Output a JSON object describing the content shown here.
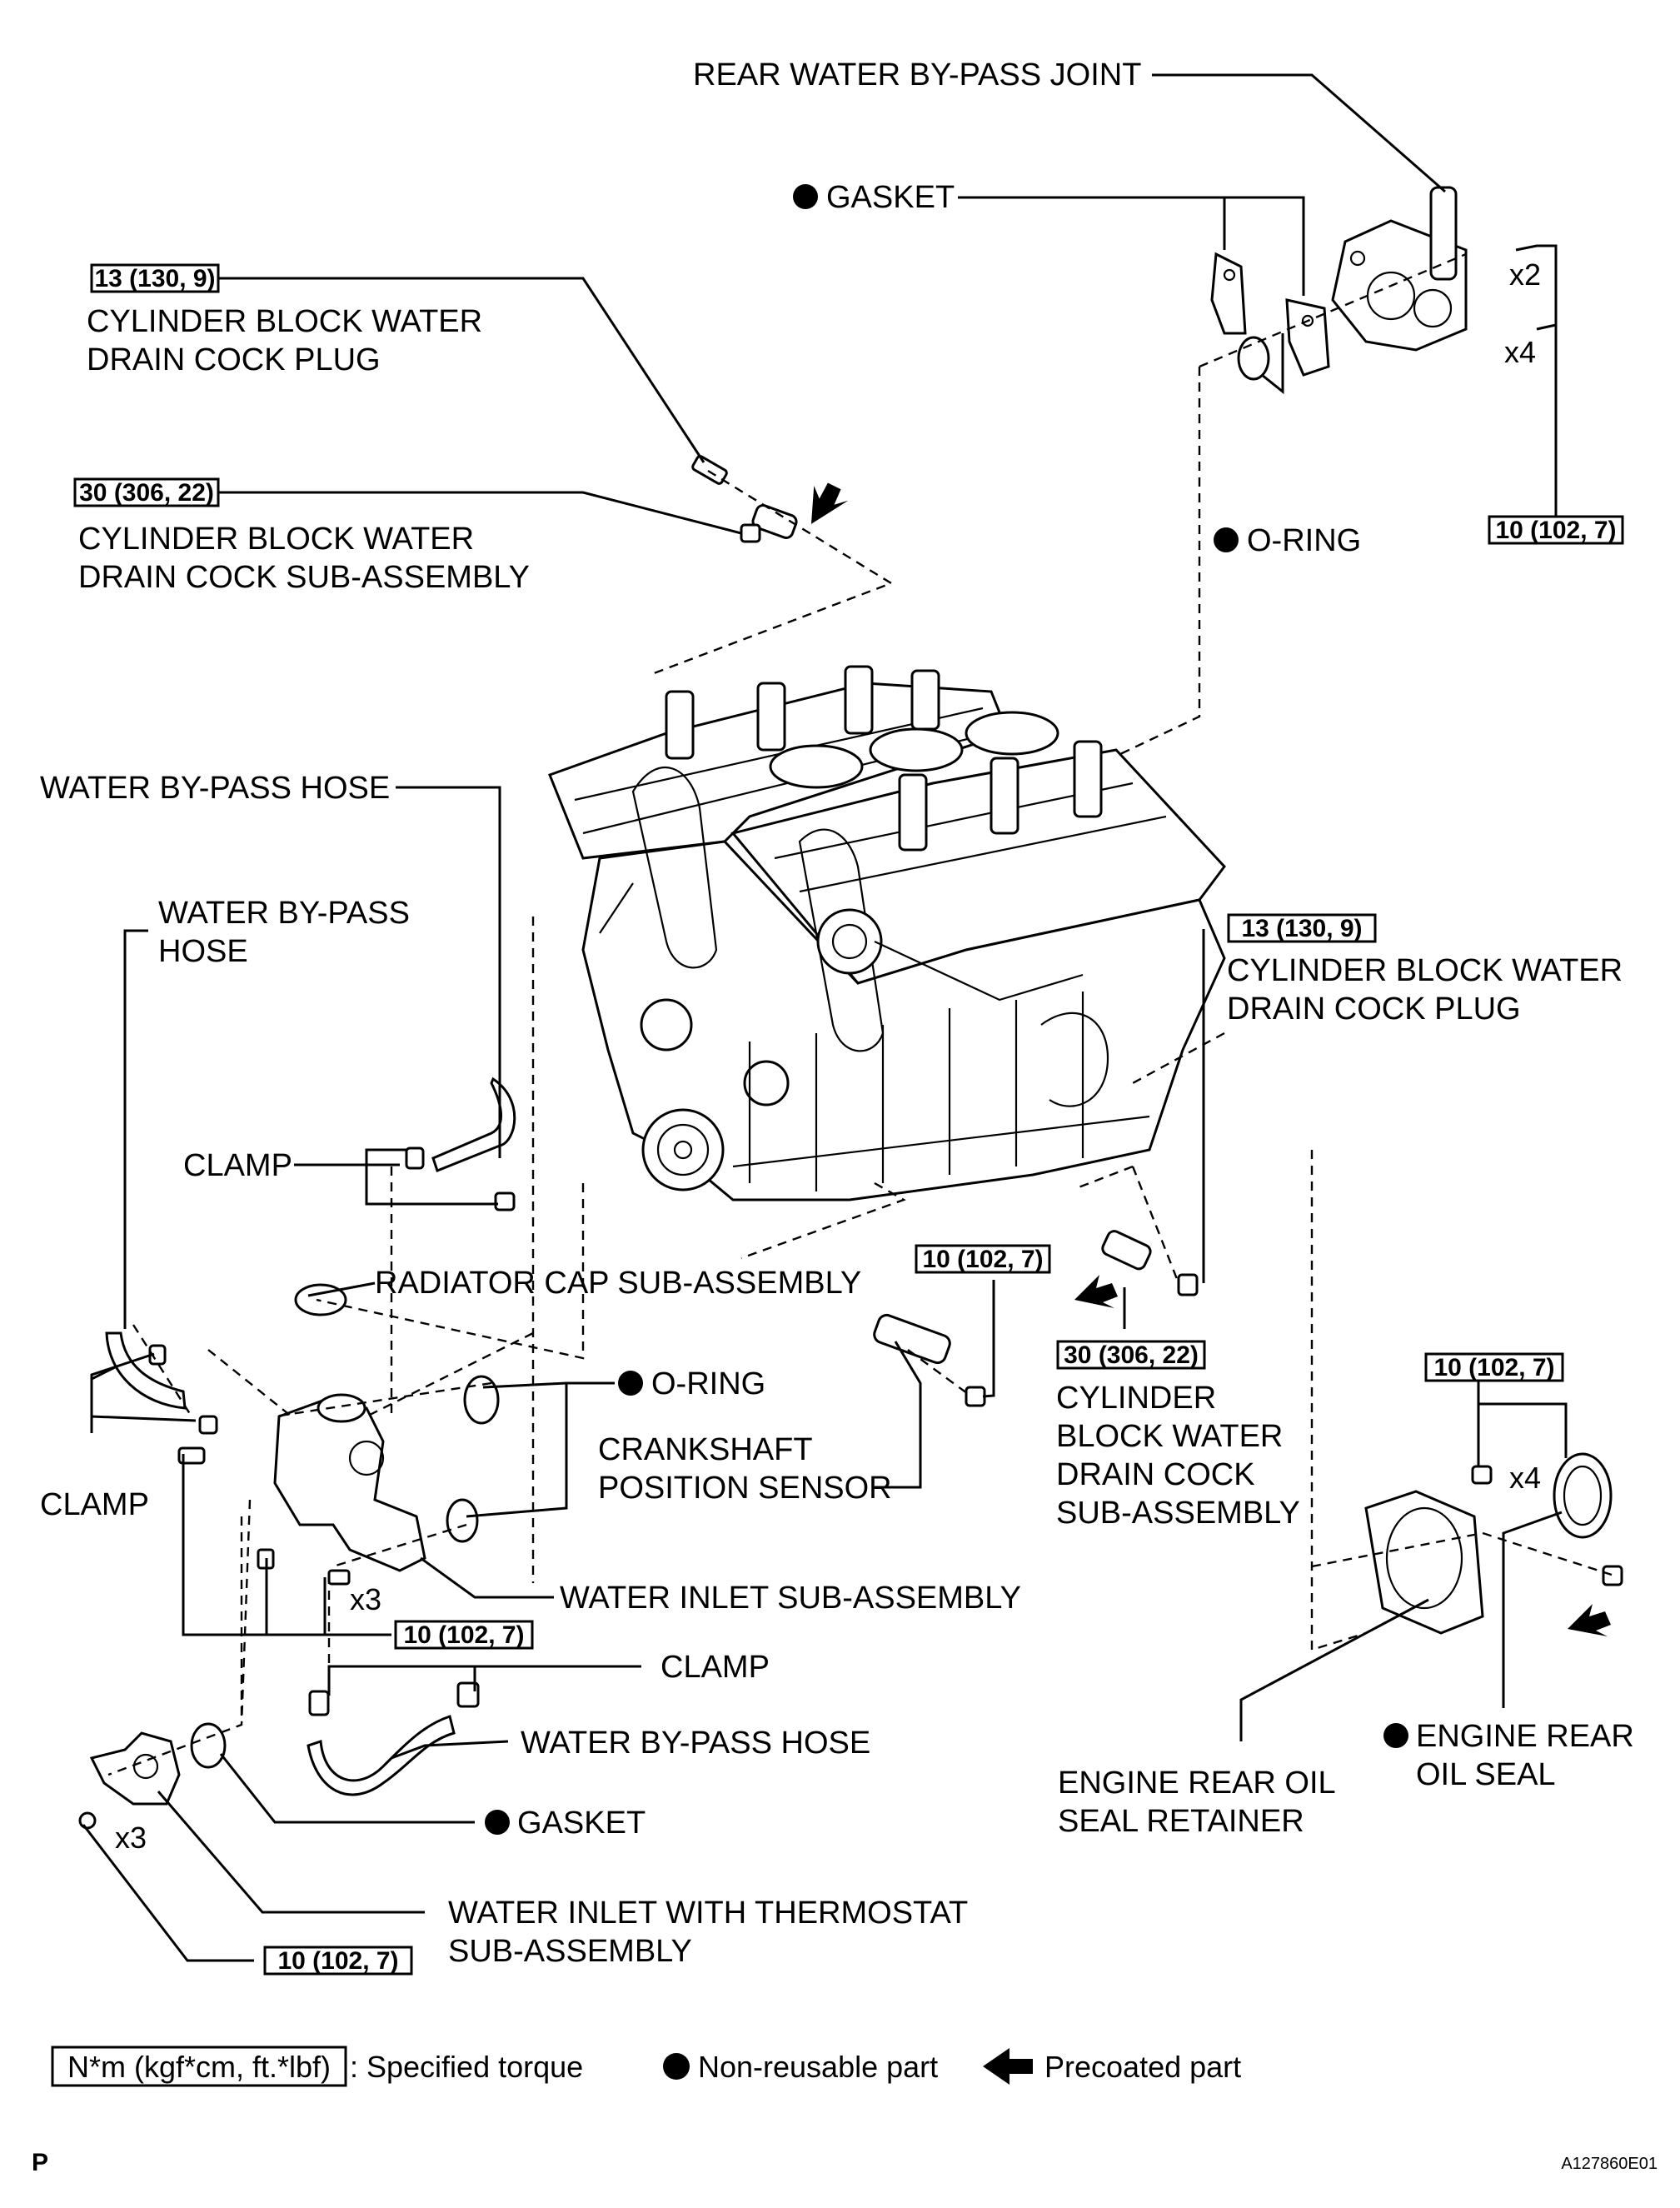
{
  "labels": {
    "rear_water_bypass_joint": "REAR WATER BY-PASS JOINT",
    "gasket_top": "GASKET",
    "drain_plug_left": [
      "CYLINDER BLOCK WATER",
      "DRAIN COCK PLUG"
    ],
    "drain_cock_left": [
      "CYLINDER BLOCK WATER",
      "DRAIN COCK SUB-ASSEMBLY"
    ],
    "o_ring_top": "O-RING",
    "water_bypass_hose_top": "WATER BY-PASS HOSE",
    "water_bypass_hose_left": [
      "WATER BY-PASS",
      "HOSE"
    ],
    "drain_plug_right": [
      "CYLINDER BLOCK WATER",
      "DRAIN COCK PLUG"
    ],
    "clamp_upper": "CLAMP",
    "radiator_cap": "RADIATOR CAP SUB-ASSEMBLY",
    "o_ring_mid": "O-RING",
    "crank_sensor": [
      "CRANKSHAFT",
      "POSITION SENSOR"
    ],
    "drain_cock_right": [
      "CYLINDER",
      "BLOCK WATER",
      "DRAIN COCK",
      "SUB-ASSEMBLY"
    ],
    "clamp_left": "CLAMP",
    "water_inlet": "WATER INLET SUB-ASSEMBLY",
    "clamp_lower": "CLAMP",
    "water_bypass_hose_bottom": "WATER BY-PASS HOSE",
    "gasket_bottom": "GASKET",
    "inlet_thermostat": [
      "WATER INLET WITH THERMOSTAT",
      "SUB-ASSEMBLY"
    ],
    "rear_oil_seal": [
      "ENGINE REAR",
      "OIL SEAL"
    ],
    "rear_oil_seal_retainer": [
      "ENGINE REAR OIL",
      "SEAL RETAINER"
    ]
  },
  "torques": {
    "drain_plug_left": "13 (130, 9)",
    "drain_cock_left": "30 (306, 22)",
    "rear_joint_bolts": "10 (102, 7)",
    "drain_plug_right": "13 (130, 9)",
    "crank_sensor_bolt": "10 (102, 7)",
    "drain_cock_right": "30 (306, 22)",
    "rear_retainer_bolts": "10 (102, 7)",
    "water_inlet_bolts": "10 (102, 7)",
    "thermostat_bolts": "10 (102, 7)"
  },
  "multipliers": {
    "rear_joint_bolts": "x2",
    "rear_joint_nuts": "x4",
    "water_inlet_bolts": "x3",
    "thermostat_bolts": "x3",
    "rear_retainer_bolts": "x4"
  },
  "legend": {
    "torque_box": "N*m (kgf*cm, ft.*lbf)",
    "torque_text": ": Specified torque",
    "nonreusable": "Non-reusable part",
    "precoated": "Precoated part"
  },
  "footer": {
    "page_letter": "P",
    "figure_id": "A127860E01"
  }
}
